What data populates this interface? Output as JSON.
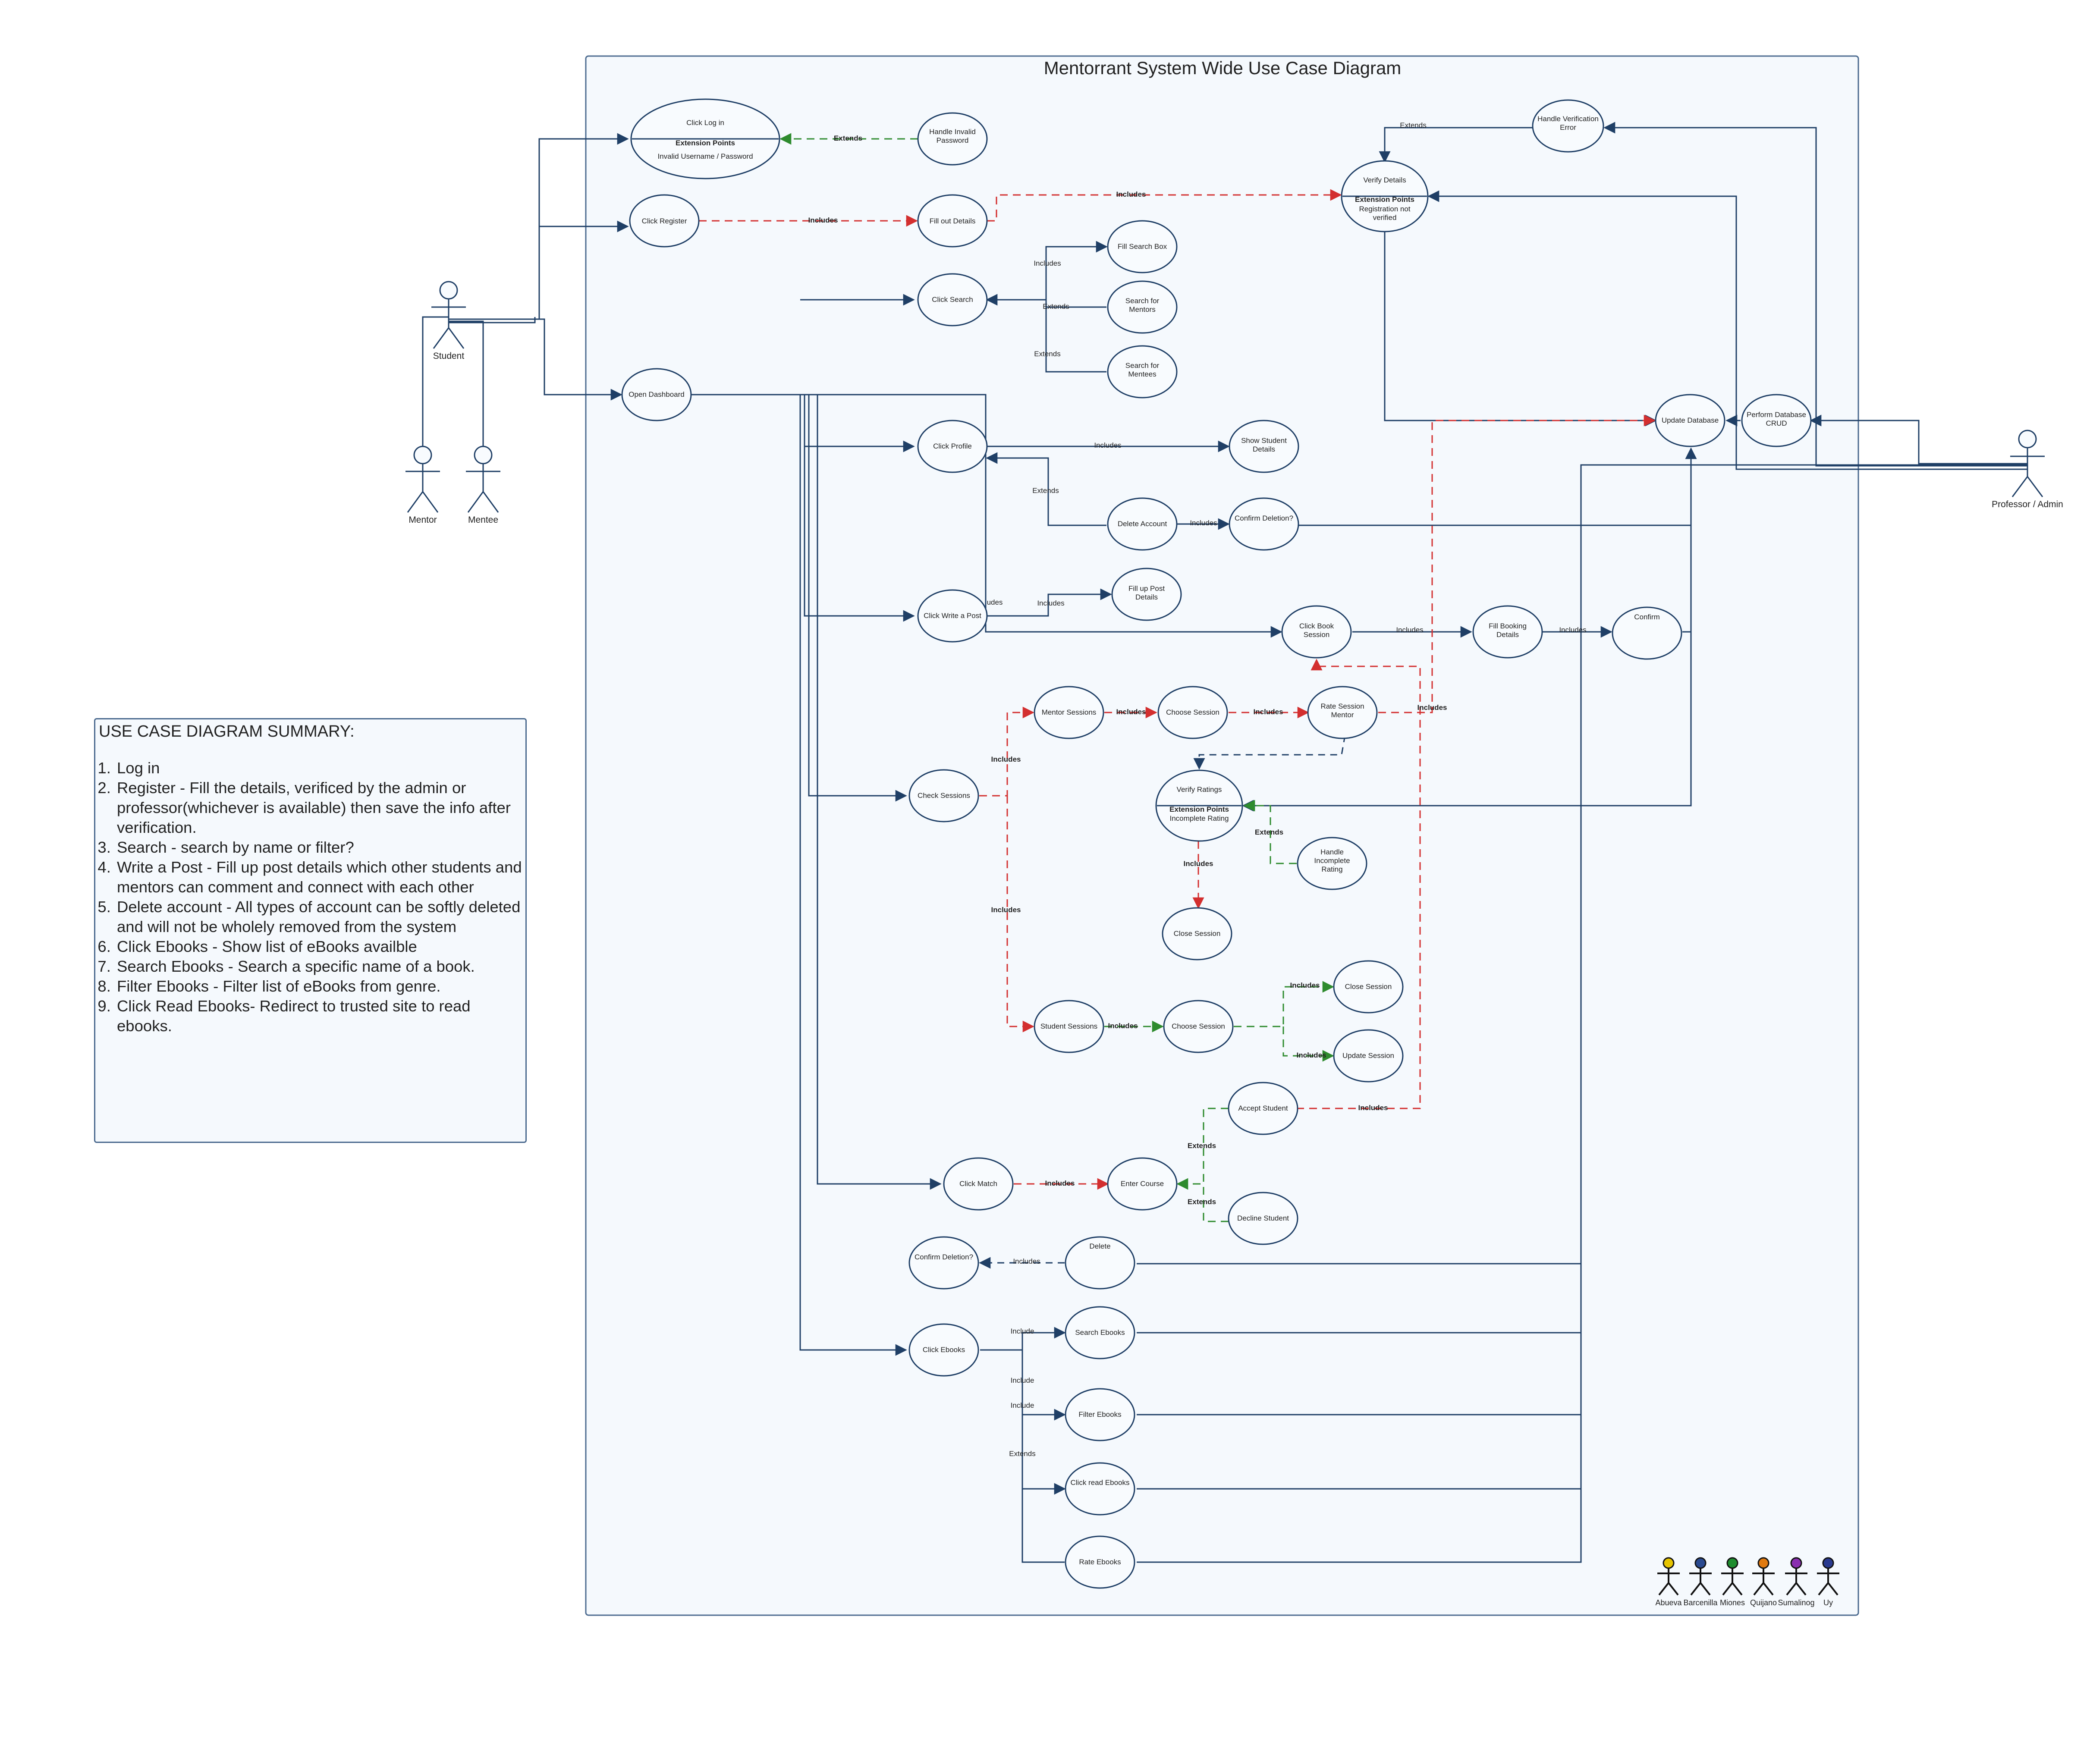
{
  "title": "Mentorrant System Wide Use Case Diagram",
  "actors": {
    "student": "Student",
    "mentor": "Mentor",
    "mentee": "Mentee",
    "admin": "Professor / Admin"
  },
  "team": [
    "Abueva",
    "Barcenilla",
    "Miones",
    "Quijano",
    "Sumalinog",
    "Uy"
  ],
  "team_colors": [
    "#e6c400",
    "#2a4a90",
    "#1e8c2e",
    "#e07a10",
    "#8a2fb0",
    "#2a3a8f"
  ],
  "use_cases": {
    "login": "Click Log in",
    "login_ext_title": "Extension Points",
    "login_ext": "Invalid Username / Password",
    "handle_invalid": "Handle Invalid Password",
    "register": "Click Register",
    "fill_details": "Fill out Details",
    "verify_details": "Verify Details",
    "verify_ext_title": "Extension Points",
    "verify_ext": "Registration not verified",
    "handle_verif": "Handle Verification Error",
    "click_search": "Click Search",
    "fill_search": "Fill Search Box",
    "search_mentors": "Search for Mentors",
    "search_mentees": "Search for Mentees",
    "open_dashboard": "Open Dashboard",
    "click_profile": "Click Profile",
    "show_student": "Show Student Details",
    "delete_account": "Delete Account",
    "confirm_deletion_1": "Confirm Deletion?",
    "update_db": "Update Database",
    "perform_crud": "Perform Database CRUD",
    "write_post": "Click Write a Post",
    "fill_post": "Fill up Post Details",
    "book_session": "Click Book Session",
    "fill_booking": "Fill Booking Details",
    "confirm": "Confirm",
    "check_sessions": "Check Sessions",
    "mentor_sessions": "Mentor Sessions",
    "choose_session_1": "Choose Session",
    "rate_session": "Rate Session Mentor",
    "verify_ratings": "Verify Ratings",
    "ratings_ext_title": "Extension Points",
    "ratings_ext": "Incomplete Rating",
    "handle_rating": "Handle Incomplete Rating",
    "close_session_1": "Close Session",
    "student_sessions": "Student Sessions",
    "choose_session_2": "Choose Session",
    "close_session_2": "Close Session",
    "update_session": "Update Session",
    "accept_student": "Accept Student",
    "click_match": "Click Match",
    "enter_course": "Enter Course",
    "decline_student": "Decline Student",
    "confirm_deletion_2": "Confirm Deletion?",
    "delete": "Delete",
    "click_ebooks": "Click Ebooks",
    "search_ebooks": "Search Ebooks",
    "filter_ebooks": "Filter Ebooks",
    "read_ebooks": "Click read Ebooks",
    "rate_ebooks": "Rate Ebooks"
  },
  "relation_labels": {
    "includes": "Includes",
    "extends": "Extends",
    "include": "Include",
    "ludes": "udes"
  },
  "summary": {
    "title": "USE CASE DIAGRAM SUMMARY:",
    "items": [
      "Log in",
      "Register - Fill the details, verificed by the admin or professor(whichever is available) then save the info after verification.",
      "Search - search by name or filter?",
      "Write a Post - Fill up post details which other students and mentors can comment and connect with each other",
      "Delete account - All types of account can be softly deleted and will not be wholely removed from the system",
      "Click Ebooks - Show list of eBooks availble",
      "Search Ebooks - Search a specific name of a book.",
      "Filter Ebooks - Filter list of eBooks from genre.",
      "Click Read Ebooks- Redirect to trusted site to read ebooks."
    ]
  },
  "colors": {
    "line": "#1f3f66",
    "frame": "#4b6a8f",
    "frame_fill": "#f5f9fd",
    "ellipse_fill": "#f8fbfe",
    "includes_red": "#d32f2f",
    "extends_green": "#2e8b2e",
    "text": "#222222"
  }
}
